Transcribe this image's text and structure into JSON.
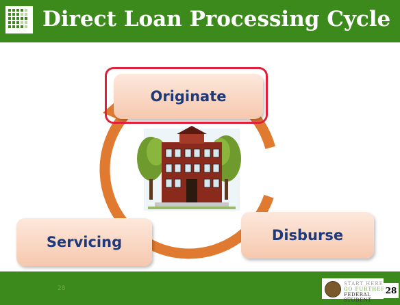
{
  "slide": {
    "title": "Direct Loan Processing Cycle",
    "page_number": "28",
    "footer_left_number": "28"
  },
  "cycle": {
    "steps": [
      {
        "label": "Originate",
        "highlighted": true
      },
      {
        "label": "Disburse"
      },
      {
        "label": "Servicing"
      }
    ],
    "arrow_color": "#e07a30",
    "highlight_color": "#e0203a",
    "box_text_color": "#1f3a7a"
  },
  "branding": {
    "line1": "START HERE",
    "line2": "GO FURTHER",
    "line3": "FEDERAL STUDENT"
  },
  "colors": {
    "header_green": "#3d8a1c"
  }
}
